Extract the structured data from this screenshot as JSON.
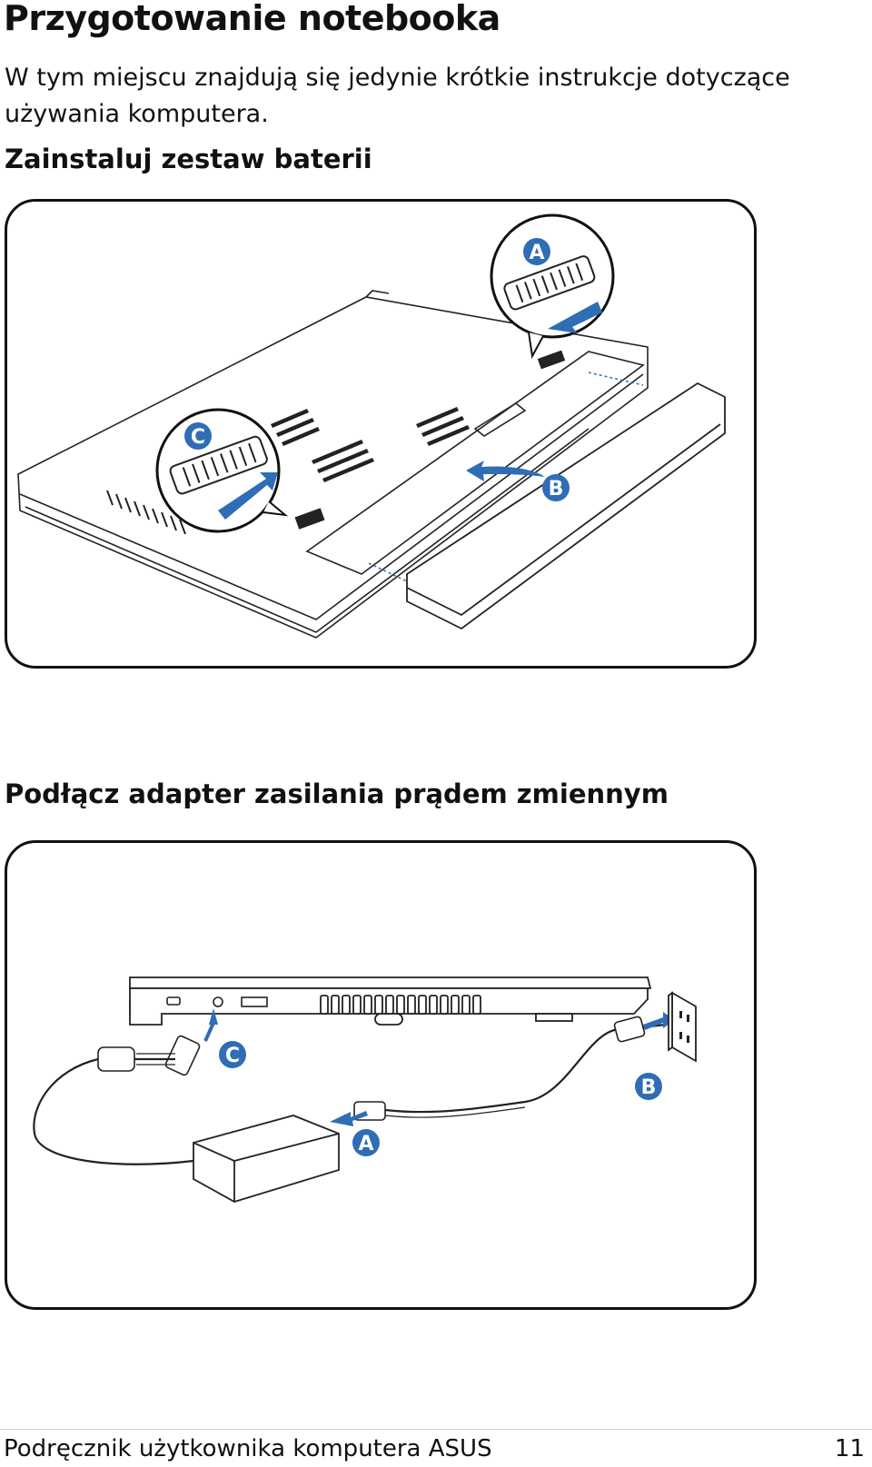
{
  "page": {
    "title": "Przygotowanie notebooka",
    "intro": "W tym miejscu znajdują się jedynie krótkie instrukcje dotyczące używania komputera.",
    "footer_text": "Podręcznik użytkownika komputera ASUS",
    "page_number": "11"
  },
  "sections": [
    {
      "heading": "Zainstaluj zestaw baterii",
      "callouts": [
        "A",
        "B",
        "C"
      ]
    },
    {
      "heading": "Podłącz adapter zasilania prądem zmiennym",
      "callouts": [
        "A",
        "B",
        "C"
      ]
    }
  ],
  "colors": {
    "callout_fill": "#2f6db5",
    "arrow_fill": "#2f6db5",
    "line": "#111111"
  }
}
